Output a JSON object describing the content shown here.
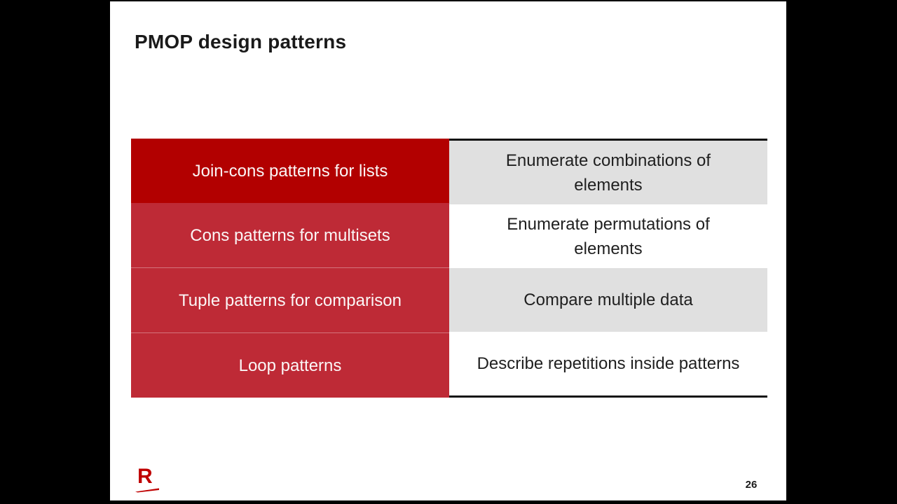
{
  "slide": {
    "title": "PMOP design patterns",
    "page_number": "26",
    "logo_text": "R"
  },
  "table": {
    "rows": [
      {
        "pattern": "Join-cons patterns for lists",
        "description": "Enumerate combinations of elements"
      },
      {
        "pattern": "Cons patterns for multisets",
        "description": "Enumerate permutations of elements"
      },
      {
        "pattern": "Tuple patterns for comparison",
        "description": "Compare multiple data"
      },
      {
        "pattern": "Loop patterns",
        "description": "Describe repetitions inside patterns"
      }
    ]
  },
  "colors": {
    "row1_red": "#B20000",
    "row_red": "#BE2A36",
    "cell_gray": "#E0E0E0",
    "cell_white": "#FFFFFF",
    "text_dark": "#1F1F1F",
    "text_light": "#FBF6F6",
    "logo_red": "#BF0000",
    "border_black": "#111111"
  }
}
